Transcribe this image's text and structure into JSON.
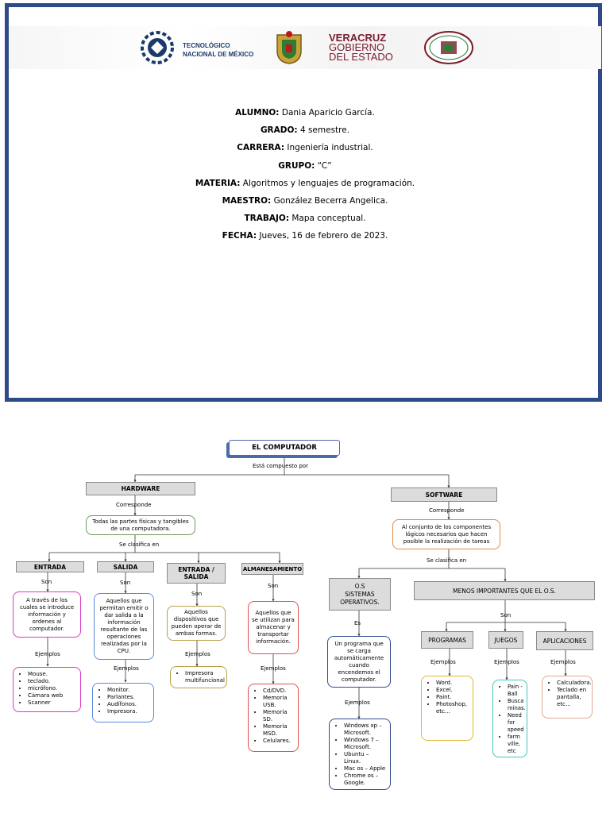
{
  "cover": {
    "logos": {
      "tec_line1": "TECNOLÓGICO",
      "tec_line2": "NACIONAL DE MÉXICO",
      "ver_line1": "VERACRUZ",
      "ver_line2": "GOBIERNO",
      "ver_line3": "DEL ESTADO"
    },
    "fields": [
      {
        "label": "ALUMNO:",
        "value": " Dania Aparicio García."
      },
      {
        "label": "GRADO:",
        "value": " 4 semestre."
      },
      {
        "label": "CARRERA:",
        "value": " Ingeniería industrial."
      },
      {
        "label": "GRUPO:",
        "value": " “C”"
      },
      {
        "label": "MATERIA:",
        "value": " Algoritmos y lenguajes de programación."
      },
      {
        "label": "MAESTRO:",
        "value": " González Becerra Angelica."
      },
      {
        "label": "TRABAJO:",
        "value": " Mapa conceptual."
      },
      {
        "label": "FECHA:",
        "value": " Jueves, 16 de febrero de 2023."
      }
    ]
  },
  "map": {
    "title": "EL COMPUTADOR",
    "composed": "Está compuesto por",
    "hardware": {
      "title": "HARDWARE",
      "corresponde": "Corresponde",
      "desc": "Todas las partes físicas y tangibles de una computadora.",
      "clasifica": "Se clasifica en",
      "entrada": {
        "title": "ENTRADA",
        "son": "Son",
        "desc": "A través de los cuales se introduce información y ordenes al computador.",
        "ejemplos": "Ejemplos",
        "items": [
          "Mouse.",
          "teclado.",
          "micrófono.",
          "Cámara web",
          "Scanner"
        ]
      },
      "salida": {
        "title": "SALIDA",
        "son": "Son",
        "desc": "Aquellos que permitan emitir o dar salida a la información resultante de las operaciones realizadas por la CPU.",
        "ejemplos": "Ejemplos",
        "items": [
          "Monitor.",
          "Parlantes.",
          "Audífonos.",
          "Impresora."
        ]
      },
      "es": {
        "title": "ENTRADA / SALIDA",
        "son": "Son",
        "desc": "Aquellos dispositivos que pueden operar de ambas formas.",
        "ejemplos": "Ejemplos",
        "items": [
          "Impresora multifuncional"
        ]
      },
      "alm": {
        "title": "ALMANESAMIENTO",
        "son": "Son",
        "desc": "Aquellos que se utilizan para almacenar y transportar información.",
        "ejemplos": "Ejemplos",
        "items": [
          "Cd/DVD.",
          "Memoria USB.",
          "Memoria SD.",
          "Memoria MSD.",
          "Celulares."
        ]
      }
    },
    "software": {
      "title": "SOFTWARE",
      "corresponde": "Corresponde",
      "desc": "Al conjunto de los componentes lógicos necesarios que hacen posible la realización de tareas",
      "clasifica": "Se clasifica en",
      "os": {
        "line1": "O.S",
        "line2": "SISTEMAS OPERATIVOS.",
        "es": "Es",
        "desc": "Un programa que se carga automáticamente cuando encendemos el computador.",
        "ejemplos": "Ejemplos",
        "items": [
          "Windows xp – Microsoft.",
          "Windows 7 – Microsoft.",
          "Ubuntu – Linux.",
          "Mac os – Apple",
          "Chrome os – Google."
        ]
      },
      "menos": {
        "title": "MENOS IMPORTANTES QUE EL O.S.",
        "son": "Son"
      },
      "programas": {
        "title": "PROGRAMAS",
        "ejemplos": "Ejemplos",
        "items": [
          "Word.",
          "Excel.",
          "Paint.",
          "Photoshop, etc..."
        ]
      },
      "juegos": {
        "title": "JUEGOS",
        "ejemplos": "Ejemplos",
        "items": [
          "Pain - Ball",
          "Busca minas.",
          "Need for speed",
          "farm ville, etc"
        ]
      },
      "apps": {
        "title": "APLICACIONES",
        "ejemplos": "Ejemplos",
        "items": [
          "Calculadora.",
          "Teclado en pantalla, etc..."
        ]
      }
    }
  }
}
